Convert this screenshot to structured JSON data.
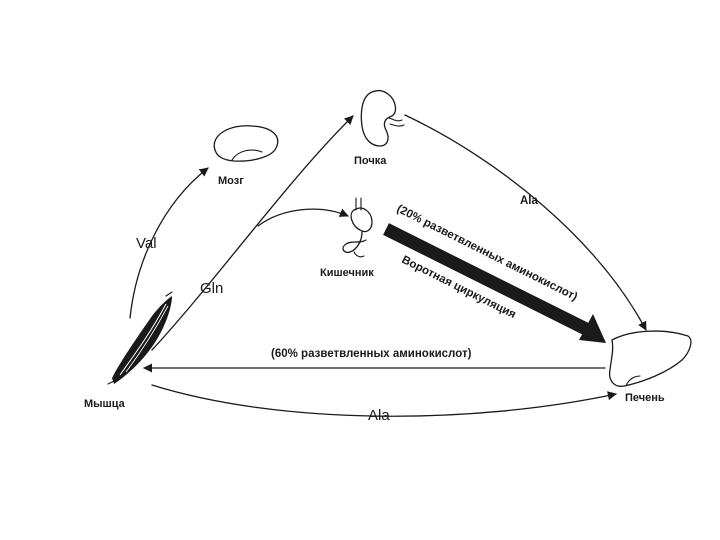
{
  "organs": {
    "brain": "Мозг",
    "kidney": "Почка",
    "intestine": "Кишечник",
    "muscle": "Мышца",
    "liver": "Печень"
  },
  "flows": {
    "val": "Val",
    "gln": "Gln",
    "ala_kidney_liver": "Ala",
    "ala_muscle_liver": "Ala"
  },
  "annotations": {
    "branched_20": "(20% разветвленных аминокислот)",
    "portal": "Воротная циркуляция",
    "branched_60": "(60% разветвленных аминокислот)"
  },
  "icons": [
    "brain-icon",
    "kidney-icon",
    "intestine-icon",
    "muscle-icon",
    "liver-icon"
  ]
}
